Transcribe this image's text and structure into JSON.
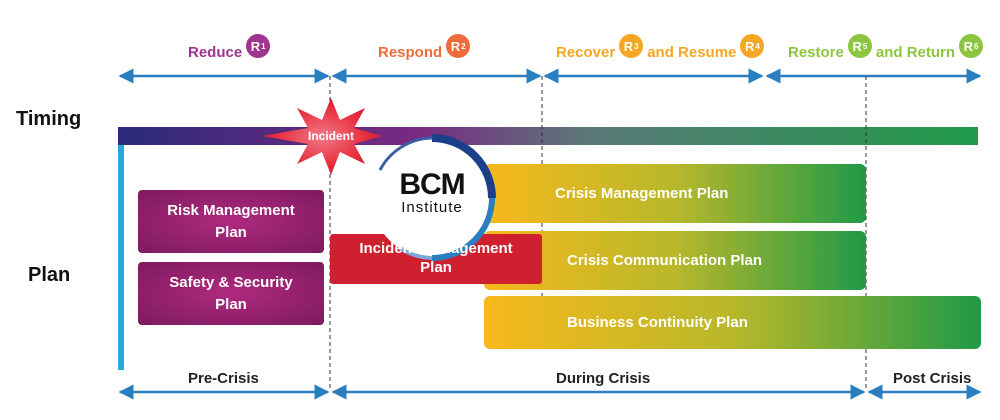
{
  "phases": {
    "reduce": {
      "label": "Reduce",
      "r": "R",
      "r_sup": "1",
      "color": "#a0358f"
    },
    "respond": {
      "label": "Respond",
      "r": "R",
      "r_sup": "2",
      "color": "#ef6b3b"
    },
    "recover": {
      "label": "Recover",
      "r": "R",
      "r_sup": "3",
      "color": "#f5a623"
    },
    "resume": {
      "label": "and Resume",
      "r": "R",
      "r_sup": "4",
      "color": "#f5a623"
    },
    "restore": {
      "label": "Restore",
      "r": "R",
      "r_sup": "5",
      "color": "#8cc63f"
    },
    "return": {
      "label": "and Return",
      "r": "R",
      "r_sup": "6",
      "color": "#8cc63f"
    }
  },
  "side_labels": {
    "timing": "Timing",
    "plan": "Plan"
  },
  "incident": {
    "label": "Incident"
  },
  "logo": {
    "main": "BCM",
    "sub": "Institute"
  },
  "plans": {
    "risk": "Risk Management Plan",
    "safety": "Safety & Security Plan",
    "incident": "Incident Management Plan",
    "crisis_mgmt": "Crisis Management Plan",
    "crisis_comm": "Crisis Communication Plan",
    "business": "Business Continuity Plan"
  },
  "bottom": {
    "pre": "Pre-Crisis",
    "during": "During Crisis",
    "post": "Post Crisis"
  },
  "colors": {
    "arrow": "#2a7fc1",
    "purple": "#9b1f6e",
    "red": "#cf2030",
    "yellow": "#f7b81c",
    "green": "#1f9a48",
    "timing_start": "#2b2a7a",
    "timing_end": "#1f9a48"
  }
}
